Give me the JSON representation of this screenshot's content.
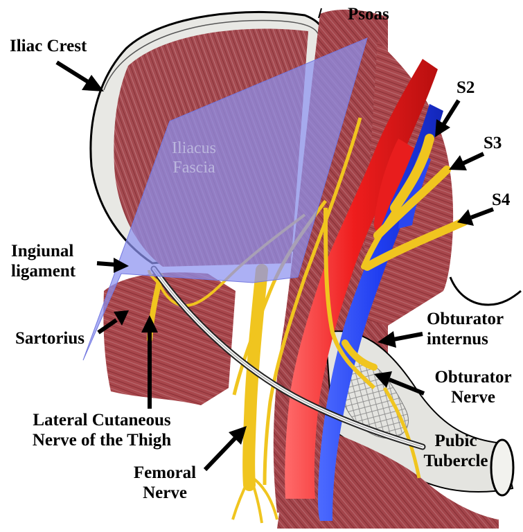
{
  "labels": {
    "iliac_crest": "Iliac Crest",
    "psoas": "Psoas",
    "s2": "S2",
    "s3": "S3",
    "s4": "S4",
    "iliacus_fascia": [
      "Iliacus",
      "Fascia"
    ],
    "inguinal_ligament": [
      "Ingiunal",
      "ligament"
    ],
    "sartorius": "Sartorius",
    "obturator_internus": [
      "Obturator",
      "internus"
    ],
    "obturator_nerve": [
      "Obturator",
      "Nerve"
    ],
    "lateral_cutaneous_nerve": [
      "Lateral Cutaneous",
      "Nerve of the Thigh"
    ],
    "femoral_nerve": [
      "Femoral",
      "Nerve"
    ],
    "pubic_tubercle": [
      "Pubic",
      "Tubercle"
    ]
  },
  "colors": {
    "muscle": "#a8474c",
    "muscle_dark": "#6e1c22",
    "muscle_light": "#c7878b",
    "bone": "#e6e6e2",
    "nerve": "#f0c51f",
    "artery": "#ea1c1c",
    "vein": "#1c3fea",
    "fascia_plane": "#8c91f0"
  }
}
